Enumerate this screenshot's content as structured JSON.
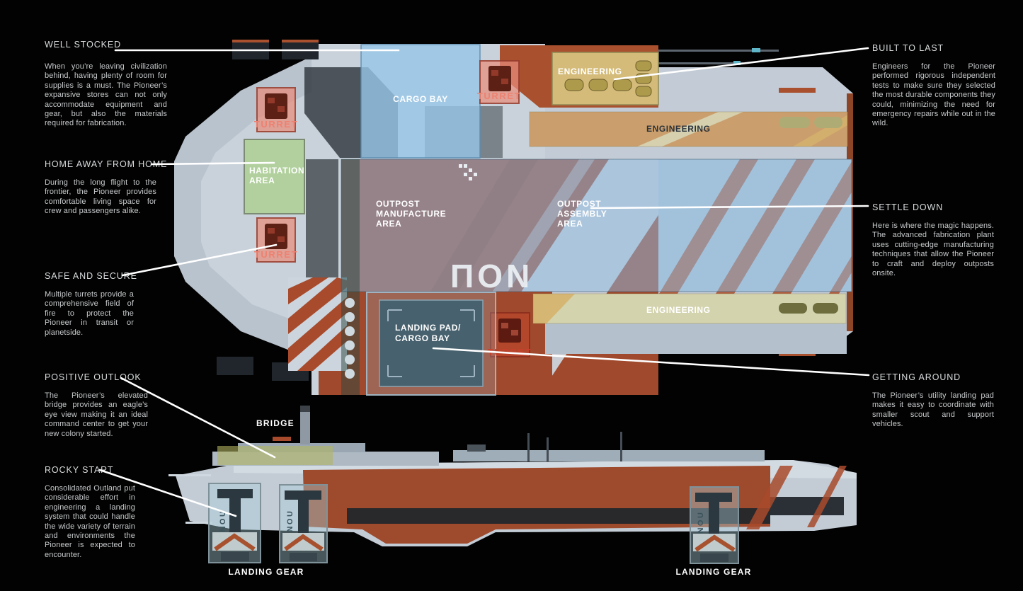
{
  "annotations_left": [
    {
      "heading": "WELL STOCKED",
      "body": "When you’re leaving civilization behind, having plenty of room for supplies is a must. The Pioneer’s expansive stores can not only accommodate equipment and gear, but also the materials required for fabrication."
    },
    {
      "heading": "HOME AWAY FROM HOME",
      "body": "During the long flight to the frontier, the Pioneer provides comfortable living space for crew and passengers alike."
    },
    {
      "heading": "SAFE AND SECURE",
      "body": "Multiple turrets provide a comprehensive field of fire to protect the Pioneer in transit or planetside."
    },
    {
      "heading": "POSITIVE OUTLOOK",
      "body": "The Pioneer’s elevated bridge provides an eagle’s eye view making it an ideal command center to get your new colony started."
    },
    {
      "heading": "ROCKY START",
      "body": "Consolidated Outland put considerable effort in engineering a landing system that could handle the wide variety of terrain and environments the Pioneer is expected to encounter."
    }
  ],
  "annotations_right": [
    {
      "heading": "BUILT TO LAST",
      "body": "Engineers for the Pioneer performed rigorous independent tests to make sure they selected the most durable components they could, minimizing the need for emergency repairs while out in the wild."
    },
    {
      "heading": "SETTLE DOWN",
      "body": "Here is where the magic happens. The advanced fabrication plant uses cutting-edge manufacturing techniques that allow the Pioneer to craft and deploy outposts onsite."
    },
    {
      "heading": "GETTING AROUND",
      "body": "The Pioneer’s utility landing pad makes it easy to coordinate with smaller scout and support vehicles."
    }
  ],
  "ship_labels": {
    "cargo_bay": "CARGO BAY",
    "turret": "TURRET",
    "engineering": "ENGINEERING",
    "habitation_1": "HABITATION",
    "habitation_2": "AREA",
    "outpost_manufacture_1": "OUTPOST",
    "outpost_manufacture_2": "MANUFACTURE",
    "outpost_manufacture_3": "AREA",
    "outpost_assembly_1": "OUTPOST",
    "outpost_assembly_2": "ASSEMBLY",
    "outpost_assembly_3": "AREA",
    "landing_pad_1": "LANDING PAD/",
    "landing_pad_2": "CARGO BAY",
    "bridge": "BRIDGE",
    "landing_gear": "LANDING GEAR",
    "hull_marking": "ΠON",
    "gear_marking": "CNOU"
  },
  "colors": {
    "background": "#020202",
    "annotation_line": "#ffffff",
    "heading_text": "#d9dcde",
    "body_text": "#c6c9cb",
    "hull_gray": "#c9d2da",
    "hull_rust": "#a0492c",
    "zone_blue": "#96c4e8",
    "zone_green": "#add192",
    "zone_yellow": "#e2db98",
    "zone_pink": "#e99483",
    "turret_text": "#ee8170",
    "landing_pad": "#47616e"
  }
}
